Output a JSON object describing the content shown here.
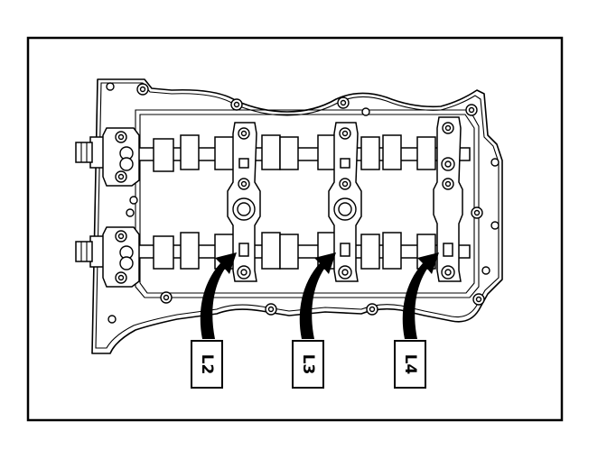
{
  "labels": [
    {
      "id": "l2",
      "text": "L2"
    },
    {
      "id": "l3",
      "text": "L3"
    },
    {
      "id": "l4",
      "text": "L4"
    }
  ],
  "colors": {
    "line": "#000000",
    "background": "#ffffff"
  }
}
